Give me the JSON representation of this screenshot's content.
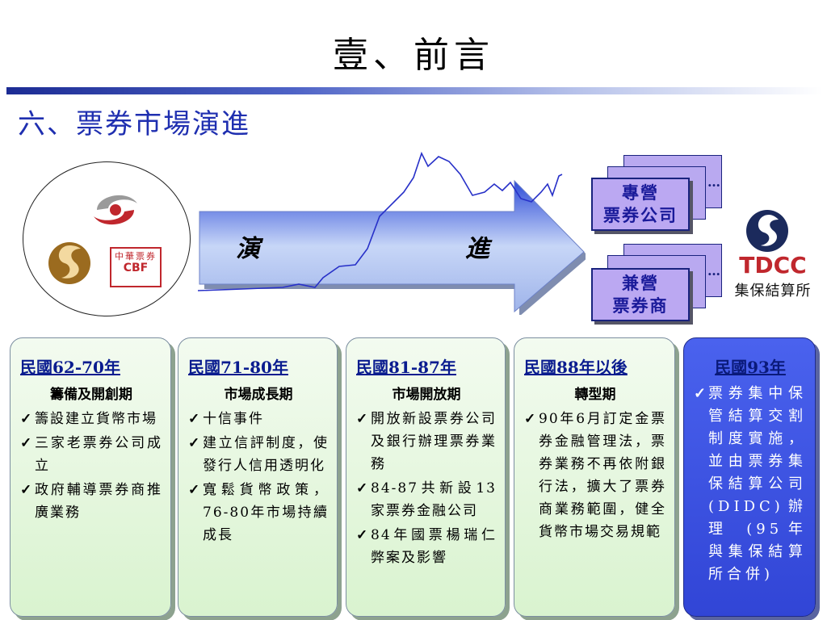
{
  "title": "壹、前言",
  "subtitle": "六、票券市場演進",
  "arrow": {
    "left_word": "演",
    "right_word": "進"
  },
  "dealers": {
    "specialized": {
      "line1": "專營",
      "line2": "票券公司",
      "ellipsis": "…"
    },
    "concurrent": {
      "line1": "兼營",
      "line2": "票券商",
      "ellipsis": "…"
    }
  },
  "logos": {
    "cbf_cn": "中華票券",
    "cbf_en": "CBF",
    "tdcc": "TDCC",
    "tdcc_sub": "集保結算所"
  },
  "colors": {
    "title_bar": "#1c2c94",
    "accent_blue": "#1f2fb0",
    "green_box": "#d9f3cf",
    "blue_box": "#3d54e4",
    "card_purple": "#bba8f2"
  },
  "periods": [
    {
      "period": "民國62-70年",
      "stage": "籌備及開創期",
      "items": [
        "籌設建立貨幣市場",
        "三家老票券公司成立",
        "政府輔導票券商推廣業務"
      ]
    },
    {
      "period": "民國71-80年",
      "stage": "市場成長期",
      "items": [
        "十信事件",
        "建立信評制度，使發行人信用透明化",
        "寬鬆貨幣政策，76-80年市場持續成長"
      ]
    },
    {
      "period": "民國81-87年",
      "stage": "市場開放期",
      "items": [
        "開放新設票券公司及銀行辦理票券業務",
        "84-87共新設13家票券金融公司",
        "84年國票楊瑞仁弊案及影響"
      ]
    },
    {
      "period": "民國88年以後",
      "stage": "轉型期",
      "items": [
        "90年6月訂定金票券金融管理法，票券業務不再依附銀行法，擴大了票券商業務範圍，健全貨幣市場交易規範"
      ]
    },
    {
      "period": "民國93年",
      "stage": "",
      "items": [
        "票券集中保管結算交割制度實施，並由票券集保結算公司 (DIDC)辦理 (95年與集保結算所合併)"
      ]
    }
  ]
}
